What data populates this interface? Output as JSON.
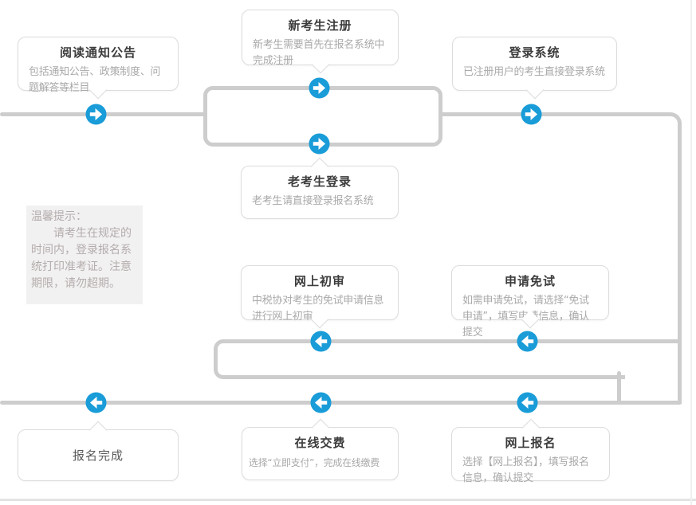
{
  "page": {
    "background": "#ffffff"
  },
  "colors": {
    "accent_blue": "#199cd8",
    "connector_gray": "#cdcdcd",
    "box_border": "#dcdcdc",
    "title_text": "#3c3c3c",
    "desc_text": "#a9a9a9",
    "tip_text": "#b4acac",
    "tip_background": "#f2f1f1"
  },
  "flow": {
    "boxes": [
      {
        "id": "read-notice",
        "title": "阅读通知公告",
        "desc": "包括通知公告、政策制度、问题解答等栏目"
      },
      {
        "id": "new-register",
        "title": "新考生注册",
        "desc": "新考生需要首先在报名系统中完成注册"
      },
      {
        "id": "login-system",
        "title": "登录系统",
        "desc": "已注册用户的考生直接登录系统"
      },
      {
        "id": "old-login",
        "title": "老考生登录",
        "desc": "老考生请直接登录报名系统"
      },
      {
        "id": "online-review",
        "title": "网上初审",
        "desc": "中税协对考生的免试申请信息进行网上初审"
      },
      {
        "id": "apply-exemption",
        "title": "申请免试",
        "desc": "如需申请免试，请选择“免试申请”，填写申请信息，确认提交"
      },
      {
        "id": "register-done",
        "title": "报名完成",
        "desc": ""
      },
      {
        "id": "online-payment",
        "title": "在线交费",
        "desc": "选择“立即支付”，完成在线缴费"
      },
      {
        "id": "online-register",
        "title": "网上报名",
        "desc": "选择【网上报名】，填写报名信息，确认提交"
      }
    ],
    "tip": {
      "heading": "温馨提示：",
      "body": "请考生在规定的时间内，登录报名系统打印准考证。注意期限，请勿超期。"
    },
    "arrows": [
      {
        "name": "arrow-after-read-notice",
        "direction": "right"
      },
      {
        "name": "arrow-new-register-path",
        "direction": "right"
      },
      {
        "name": "arrow-old-login-path",
        "direction": "right"
      },
      {
        "name": "arrow-to-login-system",
        "direction": "right"
      },
      {
        "name": "arrow-to-online-review",
        "direction": "left"
      },
      {
        "name": "arrow-to-apply-exemption",
        "direction": "left"
      },
      {
        "name": "arrow-to-register-done",
        "direction": "left"
      },
      {
        "name": "arrow-to-online-payment",
        "direction": "left"
      },
      {
        "name": "arrow-to-online-register",
        "direction": "left"
      }
    ]
  }
}
